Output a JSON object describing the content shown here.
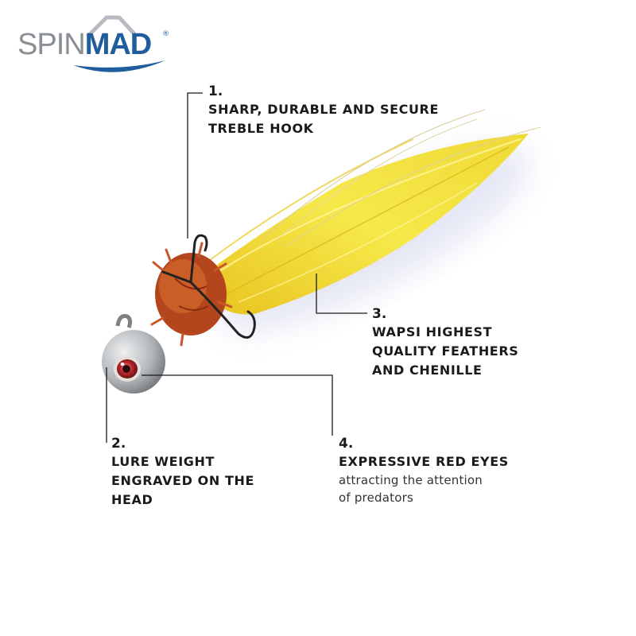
{
  "brand": {
    "logo_spin": "SPIN",
    "logo_mad": "MAD",
    "logo_registered": "®",
    "colors": {
      "spin": "#8a8f96",
      "mad": "#1f5d9c"
    }
  },
  "product": {
    "colors": {
      "feathers": "#f3e13a",
      "chenille": "#b3461c",
      "head": "#b9bcbf",
      "eye": "#c1272d"
    }
  },
  "callouts": [
    {
      "number": "1.",
      "title_line1": "SHARP, DURABLE AND SECURE",
      "title_line2": "TREBLE HOOK"
    },
    {
      "number": "2.",
      "title_line1": "LURE WEIGHT",
      "title_line2": "ENGRAVED ON THE",
      "title_line3": "HEAD"
    },
    {
      "number": "3.",
      "title_line1": "WAPSI HIGHEST",
      "title_line2": "QUALITY FEATHERS",
      "title_line3": "AND CHENILLE"
    },
    {
      "number": "4.",
      "title_line1": "EXPRESSIVE RED EYES",
      "desc_line1": "attracting the attention",
      "desc_line2": "of predators"
    }
  ]
}
